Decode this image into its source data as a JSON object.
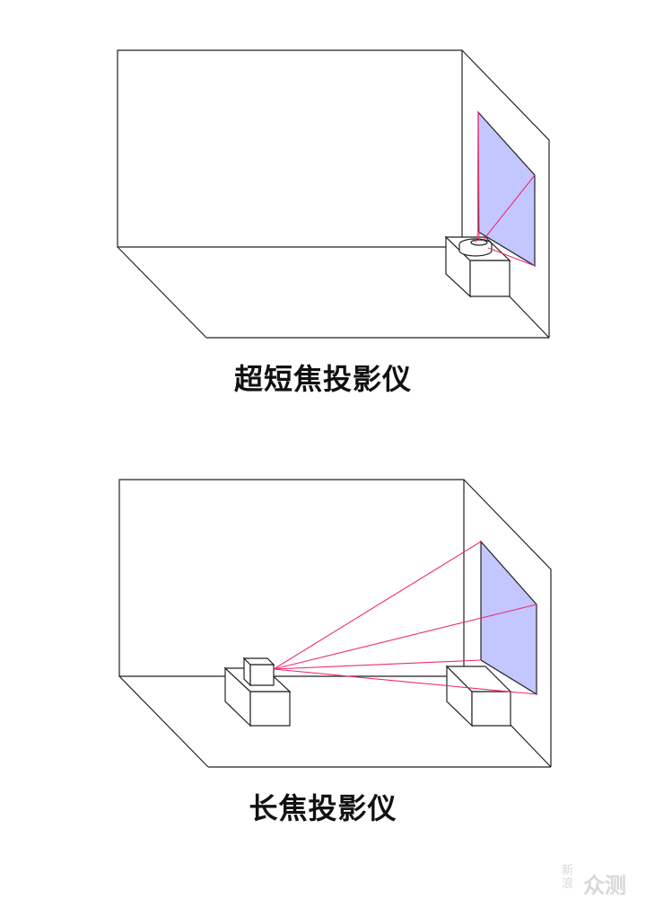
{
  "diagrams": [
    {
      "caption": "超短焦投影仪"
    },
    {
      "caption": "长焦投影仪"
    }
  ],
  "colors": {
    "outline": "#222222",
    "screen_fill": "#c3c6ff",
    "light_ray": "#ee2b74"
  },
  "watermark": {
    "small_top": "新",
    "small_bottom": "浪",
    "text": "众测"
  }
}
